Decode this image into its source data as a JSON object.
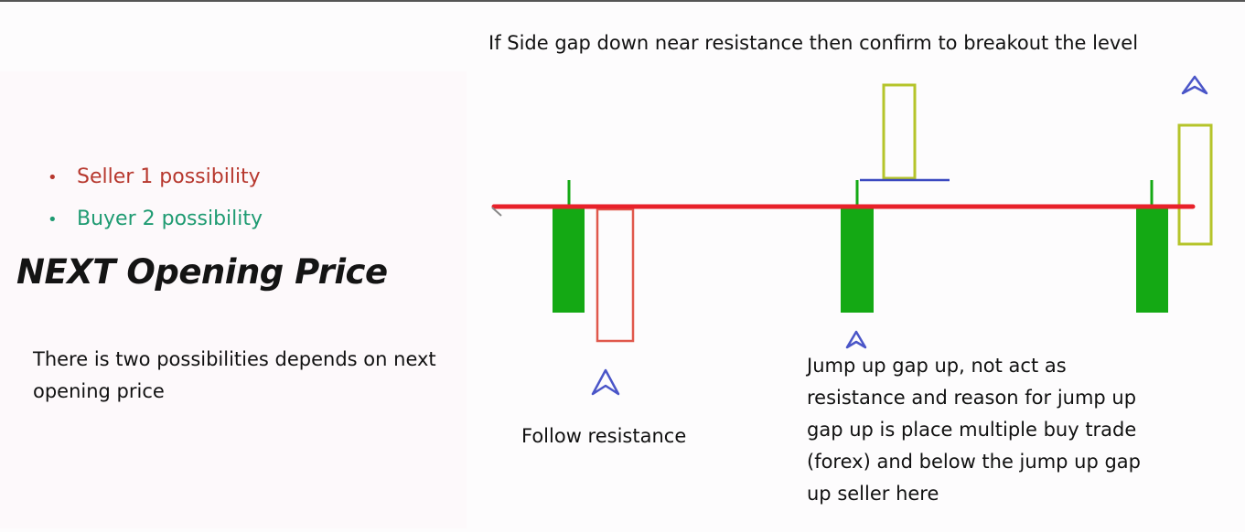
{
  "bullets": [
    {
      "dot": "•",
      "text": "Seller 1 possibility",
      "color": "#b7382e"
    },
    {
      "dot": "•",
      "text": "Buyer 2 possibility",
      "color": "#1f9b72"
    }
  ],
  "heading": "NEXT Opening Price",
  "notes": {
    "left": "There is two possibilities depends on next opening price",
    "top": "If Side gap down near resistance then confirm to breakout the level",
    "follow": "Follow resistance",
    "jump": "Jump up gap up, not act as resistance and reason for jump up gap up is place multiple buy trade (forex) and below the jump up gap up seller here"
  },
  "colors": {
    "resistance_line": "#e8212a",
    "green_candle": "#14a914",
    "red_outline": "#e0584c",
    "yellow_outline": "#b5c42a",
    "arrow": "#4a55c8",
    "blue_line": "#3a48c0"
  }
}
